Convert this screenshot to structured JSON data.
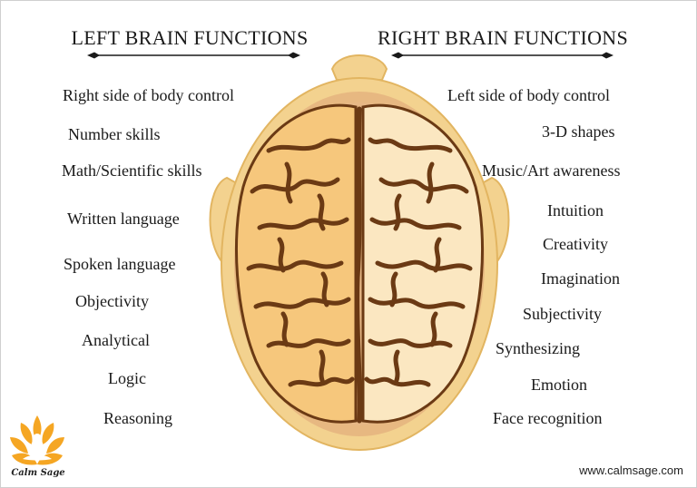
{
  "headings": {
    "left": "LEFT BRAIN FUNCTIONS",
    "right": "RIGHT BRAIN FUNCTIONS"
  },
  "left_functions": [
    "Right side of body control",
    "Number skills",
    "Math/Scientific skills",
    "Written language",
    "Spoken language",
    "Objectivity",
    "Analytical",
    "Logic",
    "Reasoning"
  ],
  "right_functions": [
    "Left side of body control",
    "3-D shapes",
    "Music/Art awareness",
    "Intuition",
    "Creativity",
    "Imagination",
    "Subjectivity",
    "Synthesizing",
    "Emotion",
    "Face recognition"
  ],
  "branding": {
    "logo_text": "Calm Sage",
    "website": "www.calmsage.com"
  },
  "icons": {
    "divider": "ornamental-divider-icon",
    "logo": "lotus-meditation-logo-icon",
    "illustration": "brain-top-view-illustration"
  },
  "colors": {
    "text": "#1a1a1a",
    "head": "#f3d28f",
    "head_edge": "#e2b561",
    "scalp_inner": "#d99a70",
    "left_hemisphere": "#f6c77c",
    "right_hemisphere": "#fbe7c1",
    "sulci": "#6b3a14",
    "logo_orange": "#f5a623"
  }
}
